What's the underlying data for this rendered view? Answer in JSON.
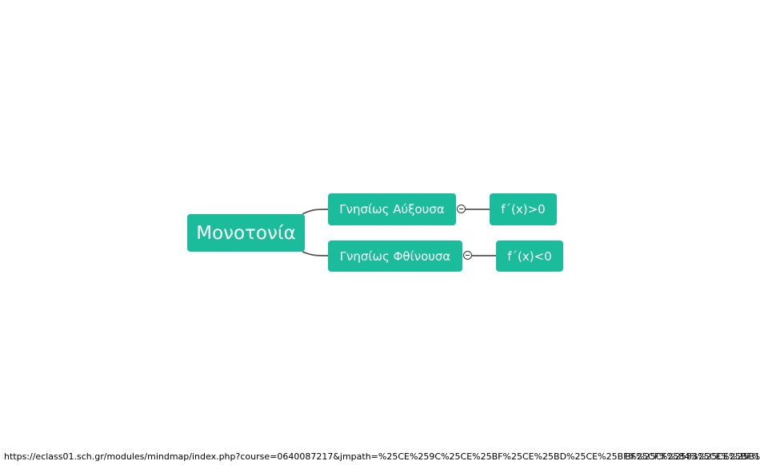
{
  "colors": {
    "node_fill": "#1abc9c",
    "node_text": "#ffffff",
    "link": "#555555"
  },
  "mindmap": {
    "root": {
      "label": "Μονοτονία"
    },
    "children": [
      {
        "label": "Γνησίως Αύξουσα",
        "child": {
          "label": "f΄(x)>0"
        }
      },
      {
        "label": "Γνησίως Φθίνουσα",
        "child": {
          "label": "f΄(x)<0"
        }
      }
    ]
  },
  "statusbar": {
    "url": "https://eclass01.sch.gr/modules/mindmap/index.php?course=0640087217&jmpath=%25CE%259C%25CE%25BF%25CE%25BD%25CE%25BF%25CF%2584%25CE%25BF%25CE%25BD%25CE%25AF%25CE%25B1",
    "right_text": "ΒF%25CF%2583%25CE%25B1"
  }
}
